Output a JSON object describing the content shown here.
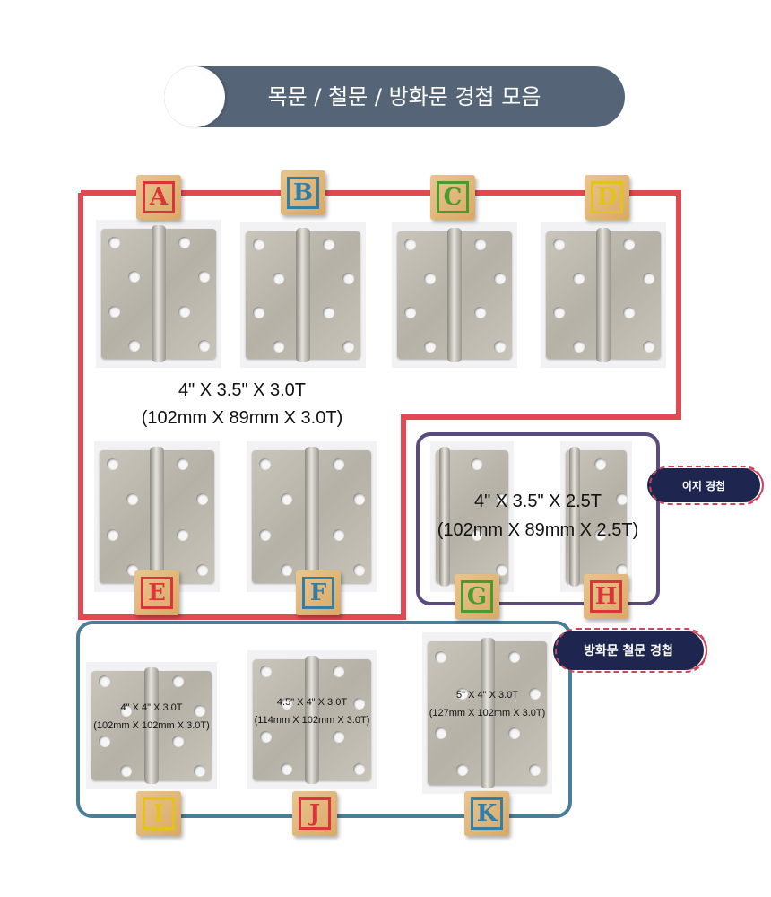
{
  "title": "목문 / 철문 / 방화문 경첩 모음",
  "groups": {
    "wood_door": {
      "line1": "4\" X 3.5\" X 3.0T",
      "line2": "(102mm X 89mm X 3.0T)"
    },
    "easy": {
      "badge": "이지 경첩",
      "line1": "4\" X 3.5\" X 2.5T",
      "line2": "(102mm X 89mm X 2.5T)"
    },
    "fire_door": {
      "badge": "방화문 철문 경첩"
    }
  },
  "hinges": [
    {
      "label": "A",
      "color": "#d9353b"
    },
    {
      "label": "B",
      "color": "#2f7fa8"
    },
    {
      "label": "C",
      "color": "#4a9a2e"
    },
    {
      "label": "D",
      "color": "#e3c21c"
    },
    {
      "label": "E",
      "color": "#d9353b"
    },
    {
      "label": "F",
      "color": "#2f7fa8"
    },
    {
      "label": "G",
      "color": "#4a9a2e"
    },
    {
      "label": "H",
      "color": "#d9353b"
    },
    {
      "label": "I",
      "color": "#e3c21c",
      "line1": "4\" X 4\" X 3.0T",
      "line2": "(102mm X 102mm X 3.0T)"
    },
    {
      "label": "J",
      "color": "#d9353b",
      "line1": "4.5\" X 4\" X 3.0T",
      "line2": "(114mm X 102mm X 3.0T)"
    },
    {
      "label": "K",
      "color": "#2f7fa8",
      "line1": "5\" X 4\" X 3.0T",
      "line2": "(127mm X 102mm X 3.0T)"
    }
  ],
  "colors": {
    "wood_frame": "#e14a50",
    "easy_frame": "#5b4a7c",
    "fire_frame": "#4a7d98"
  }
}
